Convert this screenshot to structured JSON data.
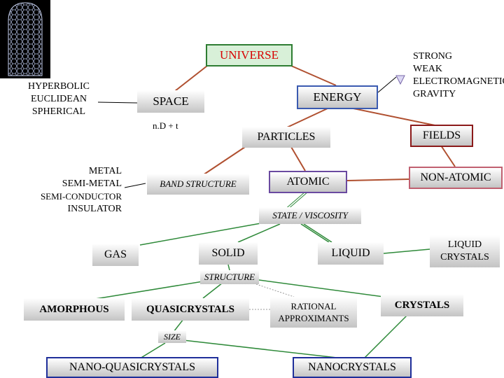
{
  "image": {
    "icon": "carbon-nanotube-image"
  },
  "colors": {
    "universe_border": "#2e7d32",
    "universe_text": "#d80000",
    "energy_border": "#3a5ab0",
    "fields_border": "#8b1a1a",
    "atomic_border": "#6a4aa0",
    "nonatomic_border": "#c06070",
    "link_red": "#b05030",
    "link_green": "#2f8a3a",
    "link_gray": "#999999",
    "nano_quasi_border": "#1f2f9a",
    "nanocrystals_border": "#1f2f9a"
  },
  "nodes": {
    "universe": "UNIVERSE",
    "space": "SPACE",
    "space_dim": "n.D + t",
    "energy": "ENERGY",
    "particles": "PARTICLES",
    "fields": "FIELDS",
    "band_structure": "BAND STRUCTURE",
    "atomic": "ATOMIC",
    "non_atomic": "NON-ATOMIC",
    "state_viscosity": "STATE / VISCOSITY",
    "gas": "GAS",
    "solid": "SOLID",
    "liquid": "LIQUID",
    "liquid_crystals": [
      "LIQUID",
      "CRYSTALS"
    ],
    "structure": "STRUCTURE",
    "amorphous": "AMORPHOUS",
    "quasicrystals": "QUASICRYSTALS",
    "rational_approximants": [
      "RATIONAL",
      "APPROXIMANTS"
    ],
    "crystals": "CRYSTALS",
    "size": "SIZE",
    "nano_quasicrystals": "NANO-QUASICRYSTALS",
    "nanocrystals": "NANOCRYSTALS"
  },
  "lists": {
    "geometry": [
      "HYPERBOLIC",
      "EUCLIDEAN",
      "SPHERICAL"
    ],
    "forces": [
      "STRONG",
      "WEAK",
      "ELECTROMAGNETIC",
      "GRAVITY"
    ],
    "materials": [
      "METAL",
      "SEMI-METAL",
      "SEMI-CONDUCTOR",
      "INSULATOR"
    ]
  }
}
